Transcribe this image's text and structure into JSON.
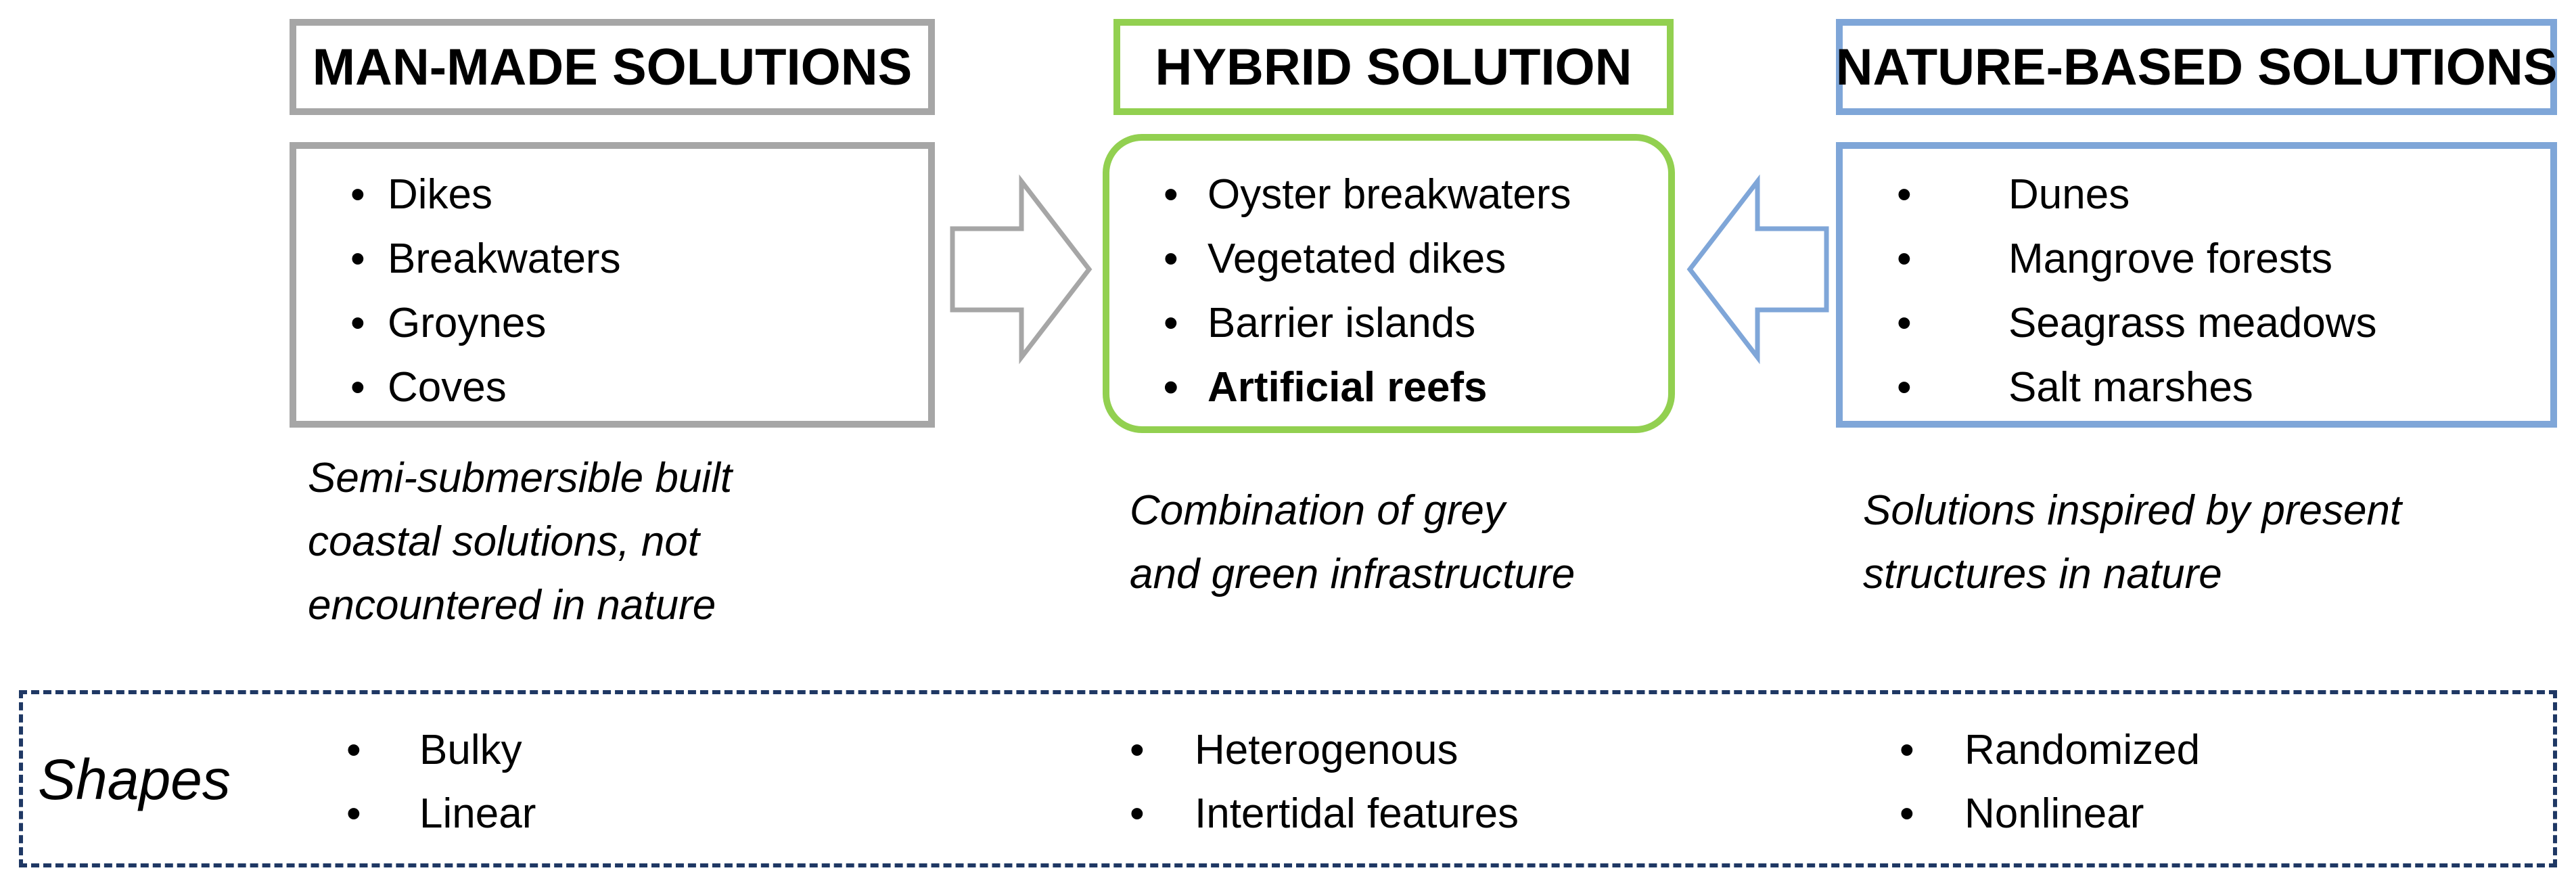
{
  "colors": {
    "man_made": "#a6a6a6",
    "hybrid": "#92d050",
    "nature": "#7fa6d8",
    "shapes_border": "#1f3864"
  },
  "man_made": {
    "title": "MAN-MADE SOLUTIONS",
    "items": [
      "Dikes",
      "Breakwaters",
      "Groynes",
      "Coves"
    ],
    "caption": [
      "Semi-submersible built",
      "coastal solutions, not",
      "encountered in nature"
    ]
  },
  "hybrid": {
    "title": "HYBRID SOLUTION",
    "items": [
      "Oyster breakwaters",
      "Vegetated dikes",
      "Barrier islands",
      "Artificial reefs"
    ],
    "caption": [
      "Combination of grey",
      "and green infrastructure"
    ]
  },
  "nature": {
    "title": "NATURE-BASED SOLUTIONS",
    "items": [
      "Dunes",
      "Mangrove forests",
      "Seagrass meadows",
      "Salt marshes"
    ],
    "caption": [
      "Solutions inspired by present",
      "structures in nature"
    ]
  },
  "shapes": {
    "title": "Shapes",
    "man_made": [
      "Bulky",
      "Linear"
    ],
    "hybrid": [
      "Heterogenous",
      "Intertidal features"
    ],
    "nature": [
      "Randomized",
      "Nonlinear"
    ]
  }
}
